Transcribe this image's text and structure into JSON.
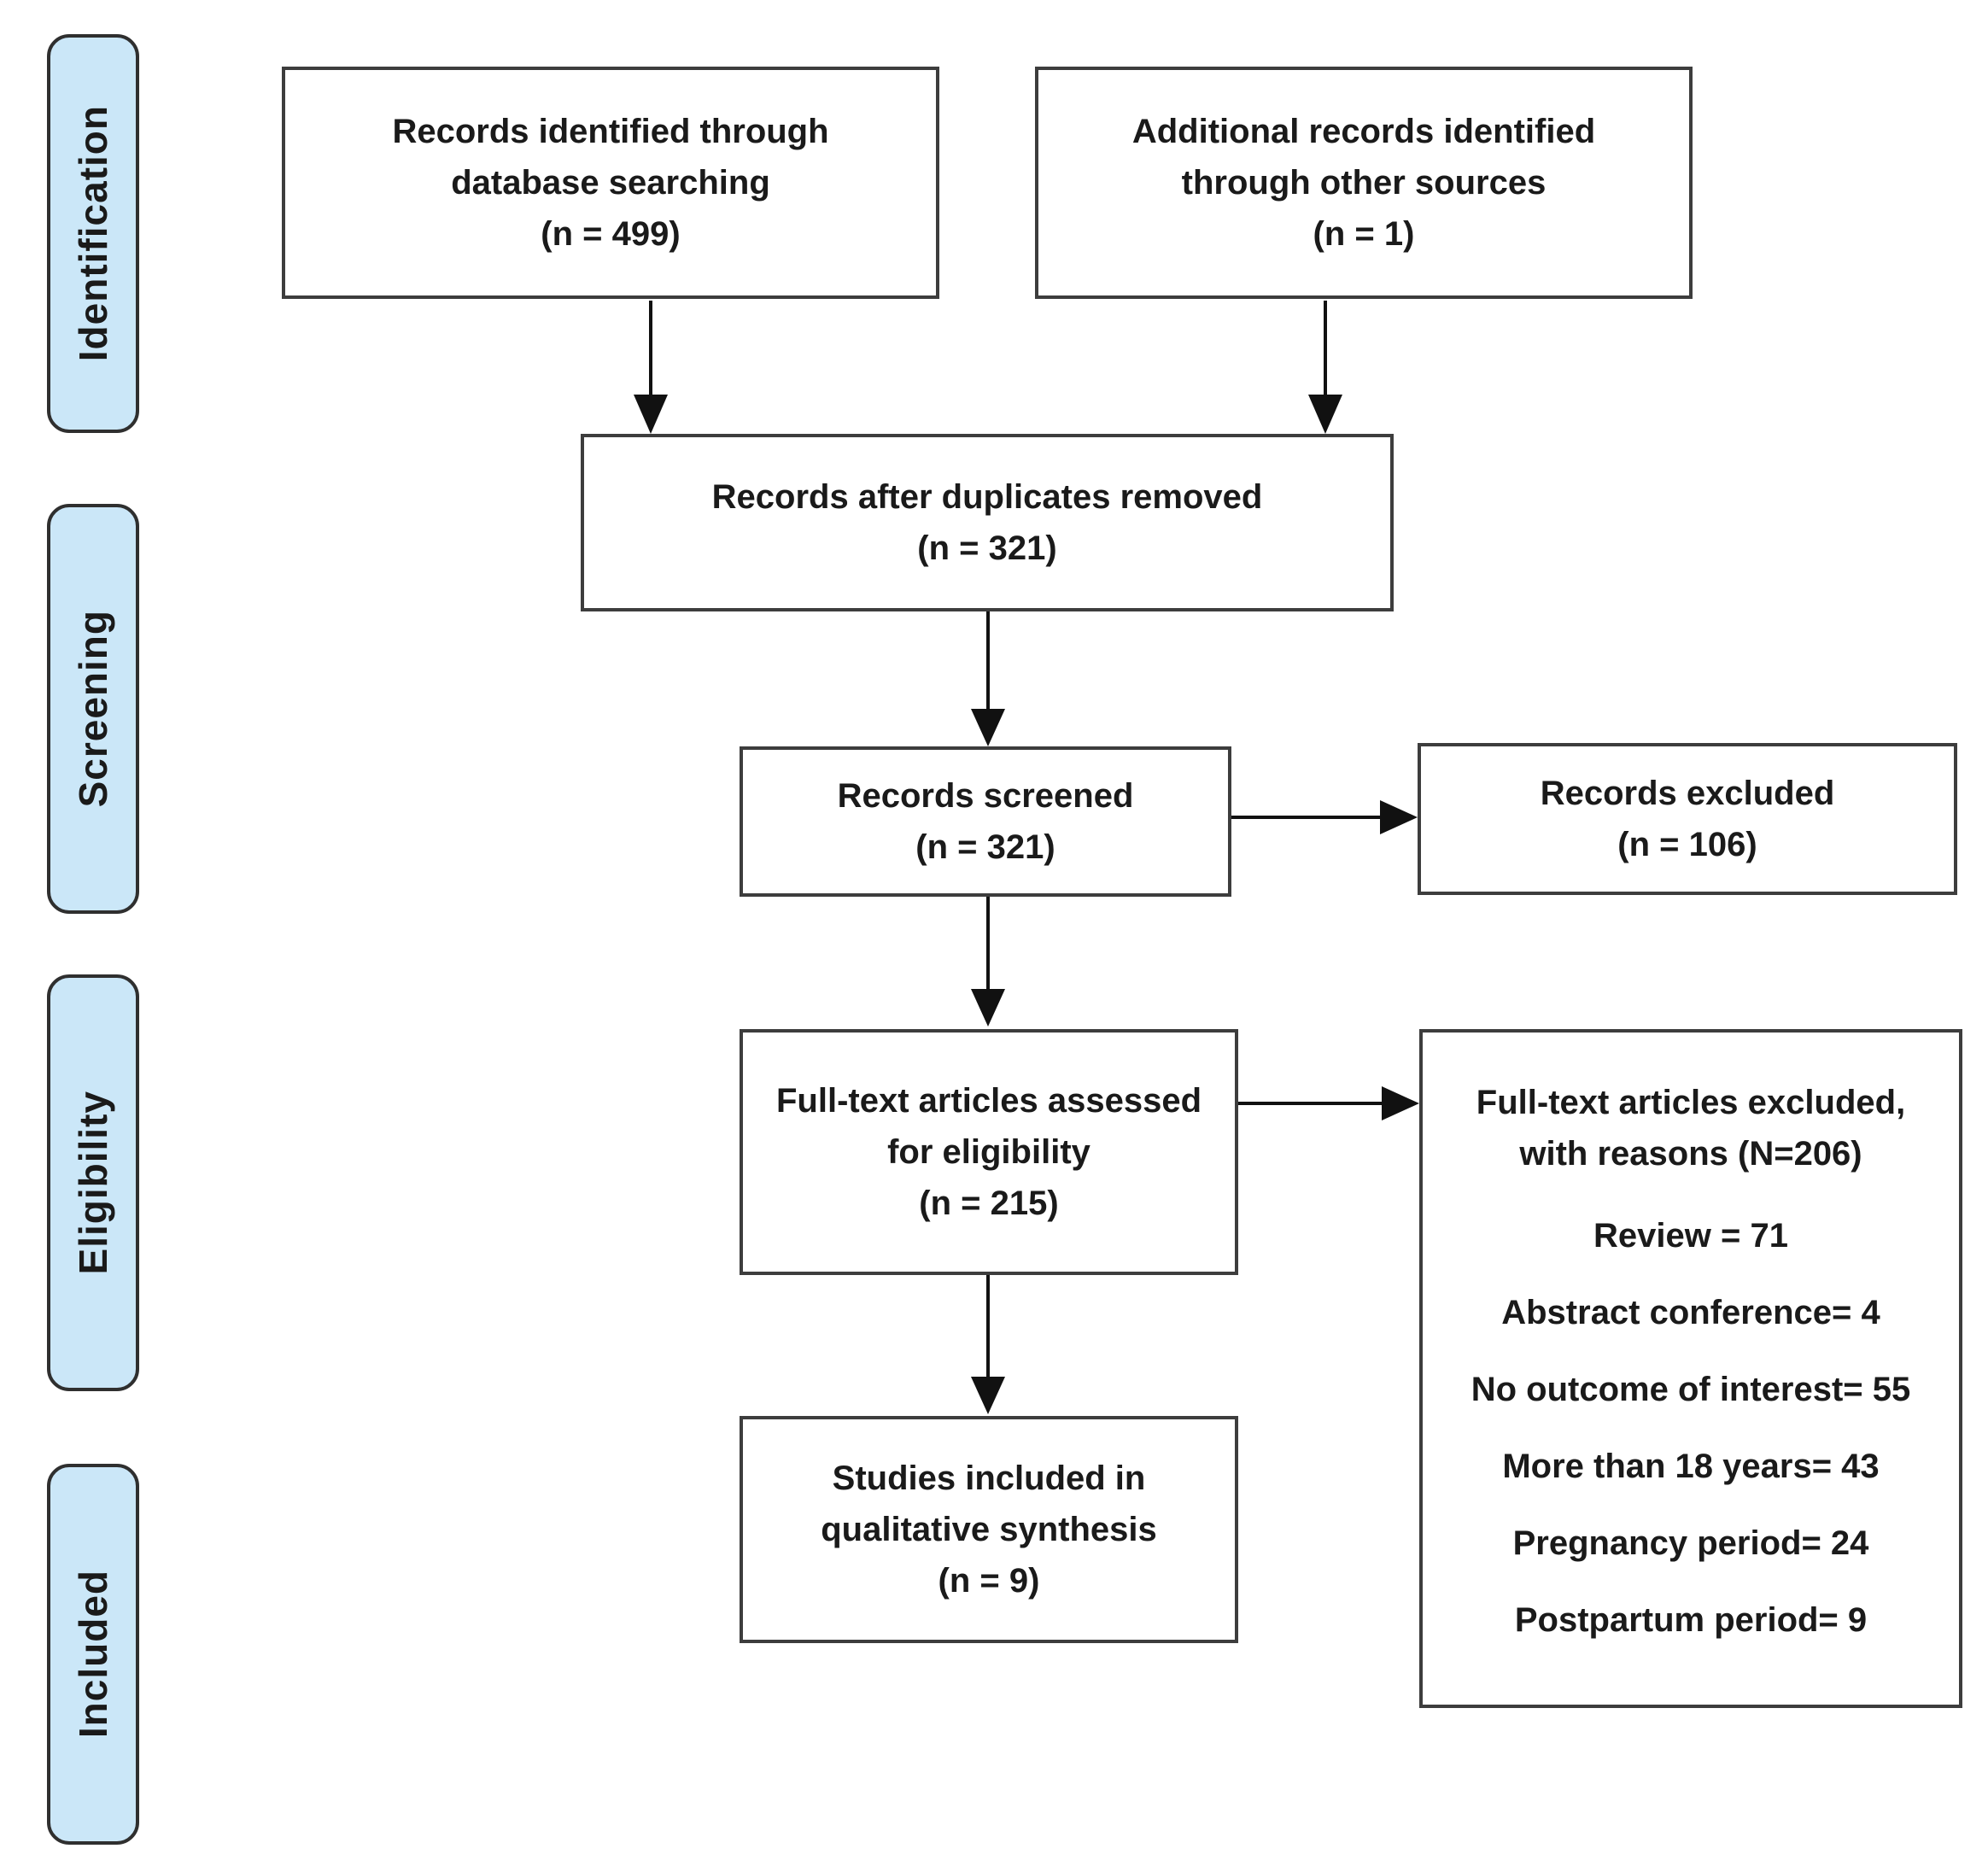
{
  "figure": {
    "type": "prisma-flow-diagram"
  },
  "colors": {
    "stage_fill": "#cbe7f8",
    "stage_border": "#2f2f2f",
    "box_border": "#3d3d3d",
    "text": "#1a1a1a",
    "arrow": "#111111"
  },
  "stages": [
    {
      "label": "Identification"
    },
    {
      "label": "Screening"
    },
    {
      "label": "Eligibility"
    },
    {
      "label": "Included"
    }
  ],
  "boxes": {
    "identified_db": {
      "lines": [
        "Records identified through",
        "database searching",
        "(n = 499)"
      ]
    },
    "identified_other": {
      "lines": [
        "Additional records identified",
        "through other sources",
        "(n = 1)"
      ]
    },
    "after_duplicates": {
      "lines": [
        "Records after duplicates removed",
        "(n = 321)"
      ]
    },
    "screened": {
      "lines": [
        "Records screened",
        "(n = 321)"
      ]
    },
    "excluded": {
      "lines": [
        "Records excluded",
        "(n = 106)"
      ]
    },
    "fulltext_assessed": {
      "lines": [
        "Full-text articles assessed",
        "for eligibility",
        "(n = 215)"
      ]
    },
    "fulltext_excluded": {
      "title_lines": [
        "Full-text articles excluded,",
        "with reasons (N=206)"
      ],
      "reasons": [
        "Review = 71",
        "Abstract conference= 4",
        "No outcome of interest= 55",
        "More than 18 years= 43",
        "Pregnancy period= 24",
        "Postpartum period= 9"
      ]
    },
    "included_qualitative": {
      "lines": [
        "Studies included in",
        "qualitative synthesis",
        "(n = 9)"
      ]
    }
  }
}
